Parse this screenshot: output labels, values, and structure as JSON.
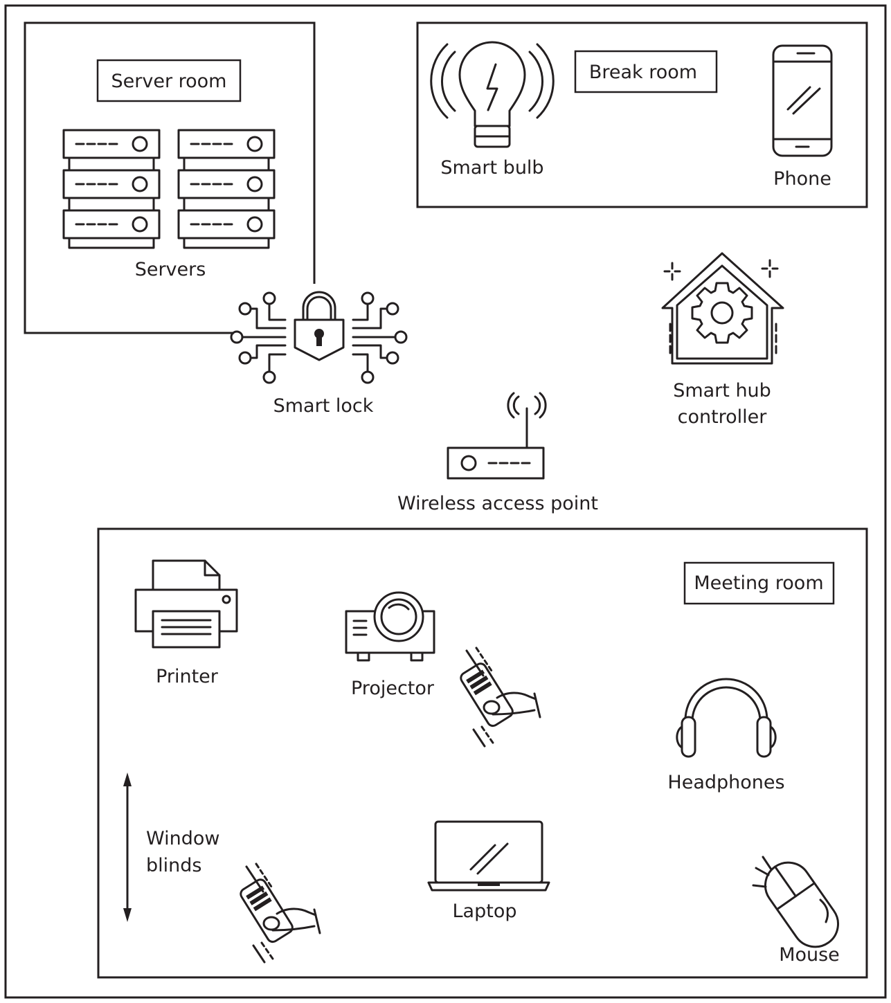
{
  "rooms": {
    "server_room": "Server room",
    "break_room": "Break room",
    "meeting_room": "Meeting room"
  },
  "devices": {
    "servers": "Servers",
    "smart_lock": "Smart lock",
    "smart_bulb": "Smart bulb",
    "phone": "Phone",
    "smart_hub_line1": "Smart hub",
    "smart_hub_line2": "controller",
    "wireless_access_point": "Wireless access point",
    "printer": "Printer",
    "projector": "Projector",
    "headphones": "Headphones",
    "window_blinds_line1": "Window",
    "window_blinds_line2": "blinds",
    "laptop": "Laptop",
    "mouse": "Mouse"
  },
  "icons": {
    "servers": "server-rack-icon",
    "smart_lock": "circuit-padlock-icon",
    "smart_bulb": "lightbulb-icon",
    "phone": "smartphone-icon",
    "smart_hub": "house-gear-icon",
    "access_point": "router-icon",
    "printer": "printer-icon",
    "projector": "projector-icon",
    "remote": "hand-remote-icon",
    "headphones": "headphones-icon",
    "blinds": "double-arrow-icon",
    "laptop": "laptop-icon",
    "mouse": "mouse-icon"
  },
  "colors": {
    "line": "#231f20",
    "background": "#ffffff"
  }
}
